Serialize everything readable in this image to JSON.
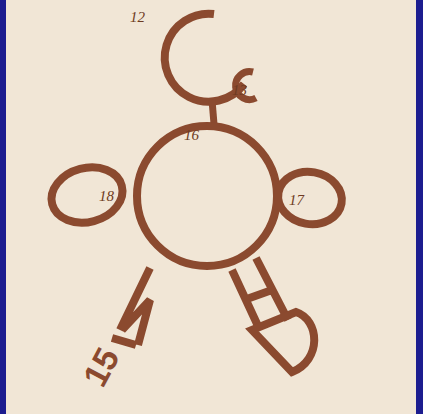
{
  "diagram": {
    "labels": [
      "12",
      "13",
      "16",
      "17",
      "18",
      "15"
    ]
  }
}
